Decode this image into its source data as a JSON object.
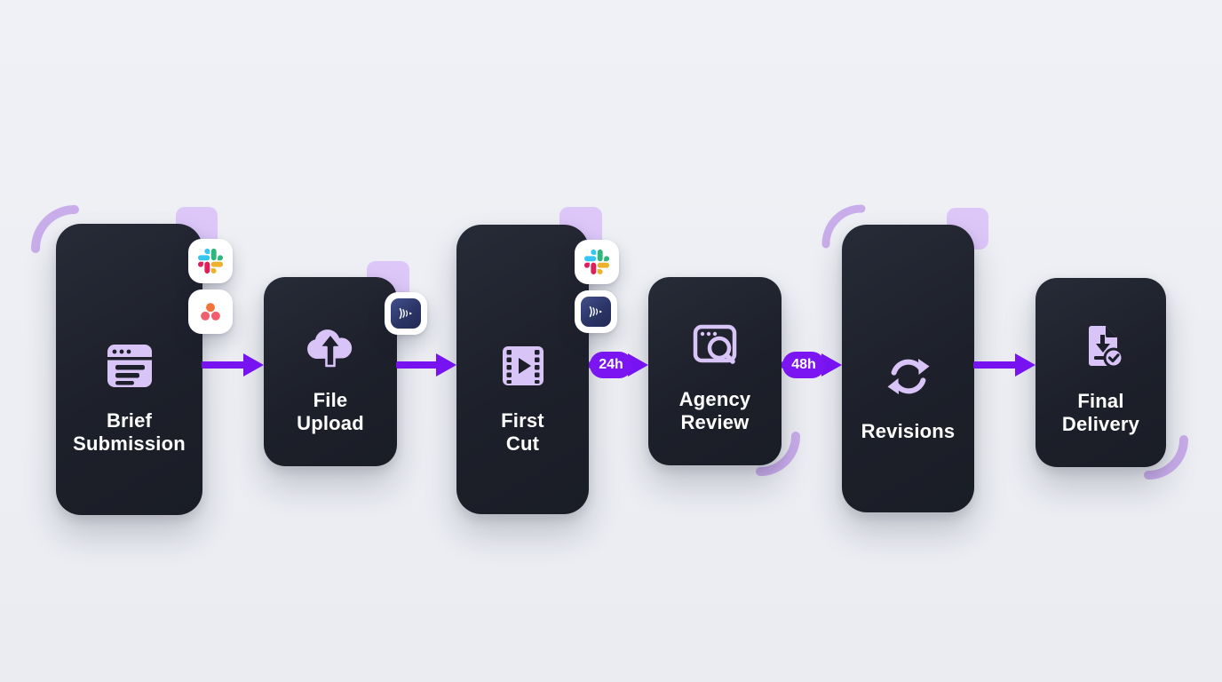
{
  "diagram": {
    "type": "workflow-pipeline",
    "background_color": "#edeff4",
    "card_color": "#1d202a",
    "accent_color": "#7712f0",
    "icon_color": "#d8c4f6",
    "decor_color": "#dcc7f8",
    "arc_color": "#c9adeb"
  },
  "stages": [
    {
      "id": "brief-submission",
      "line1": "Brief",
      "line2": "Submission",
      "icon": "browser-document-icon",
      "integrations": [
        "slack-icon",
        "asana-icon"
      ]
    },
    {
      "id": "file-upload",
      "line1": "File",
      "line2": "Upload",
      "icon": "cloud-upload-icon",
      "integrations": [
        "wave-app-icon"
      ]
    },
    {
      "id": "first-cut",
      "line1": "First",
      "line2": "Cut",
      "icon": "film-play-icon",
      "integrations": [
        "slack-icon",
        "wave-app-icon"
      ]
    },
    {
      "id": "agency-review",
      "line1": "Agency",
      "line2": "Review",
      "icon": "browser-search-icon",
      "integrations": []
    },
    {
      "id": "revisions",
      "line1": "Revisions",
      "line2": "",
      "icon": "sync-arrows-icon",
      "integrations": []
    },
    {
      "id": "final-delivery",
      "line1": "Final",
      "line2": "Delivery",
      "icon": "document-download-check-icon",
      "integrations": []
    }
  ],
  "connectors": [
    {
      "from": "brief-submission",
      "to": "file-upload",
      "duration": ""
    },
    {
      "from": "file-upload",
      "to": "first-cut",
      "duration": ""
    },
    {
      "from": "first-cut",
      "to": "agency-review",
      "duration": "24h"
    },
    {
      "from": "agency-review",
      "to": "revisions",
      "duration": "48h"
    },
    {
      "from": "revisions",
      "to": "final-delivery",
      "duration": ""
    }
  ],
  "brand_colors": {
    "slack_blue": "#36c5f0",
    "slack_green": "#2eb67d",
    "slack_yellow": "#ecb22c",
    "slack_red": "#e01e5a",
    "asana_top": "#f4733c",
    "asana_bottom": "#f05f6e",
    "wave_navy": "#2b3566"
  }
}
